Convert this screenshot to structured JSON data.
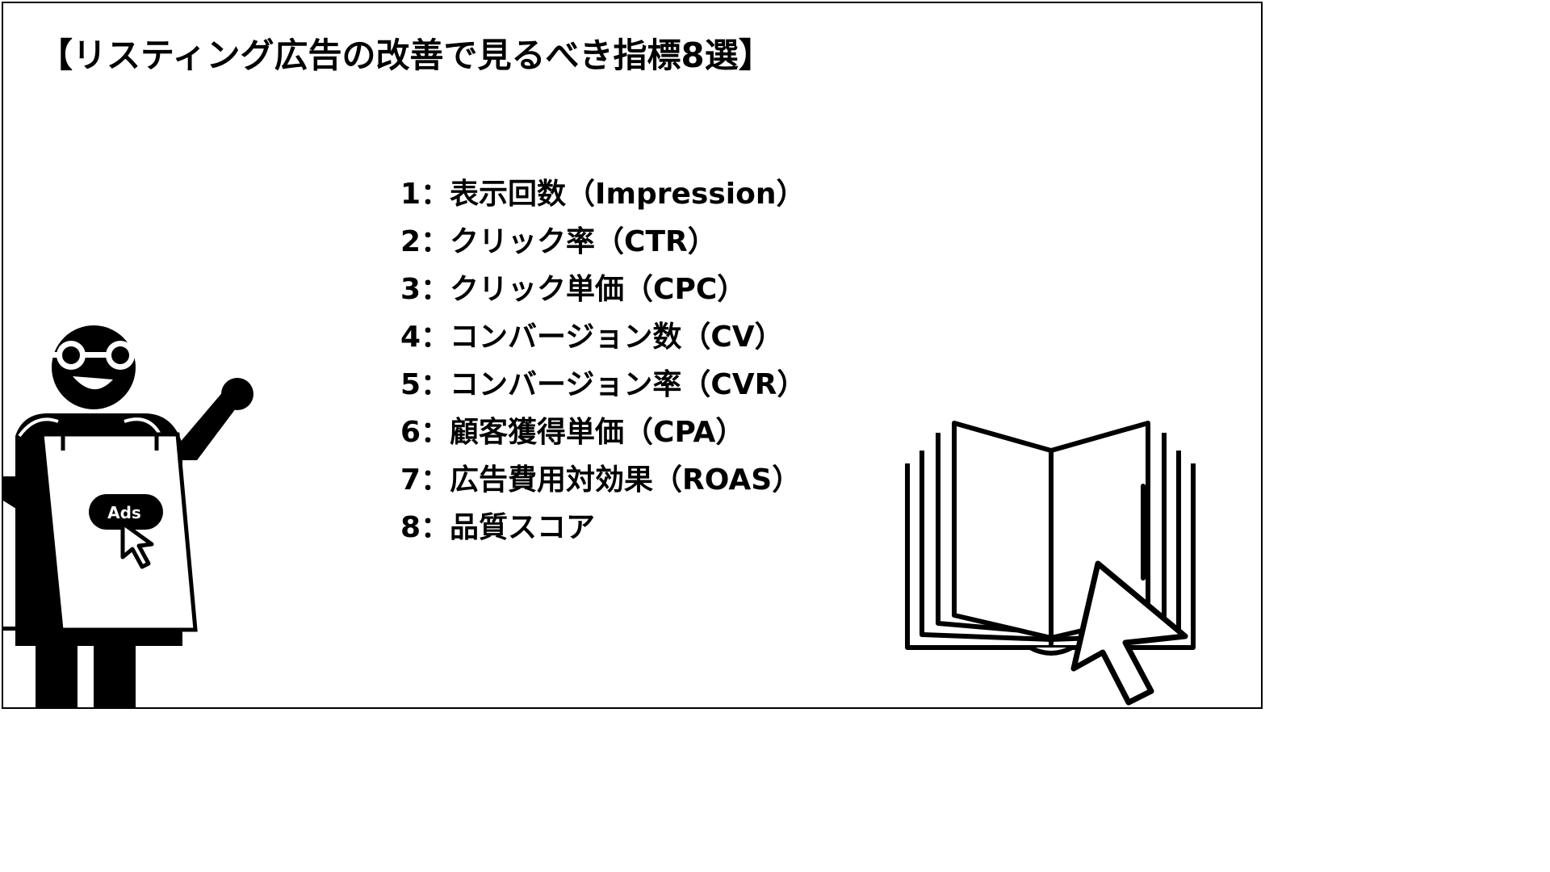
{
  "title": "【リスティング広告の改善で見るべき指標8選】",
  "items": [
    {
      "label": "1：表示回数（Impression）"
    },
    {
      "label": "2：クリック率（CTR）"
    },
    {
      "label": "3：クリック単価（CPC）"
    },
    {
      "label": "4：コンバージョン数（CV）"
    },
    {
      "label": "5：コンバージョン率（CVR）"
    },
    {
      "label": "6：顧客獲得単価（CPA）"
    },
    {
      "label": "7：広告費用対効果（ROAS）"
    },
    {
      "label": "8：品質スコア"
    }
  ],
  "illustration": {
    "ads_badge": "Ads",
    "person_icon": "presenter-with-glasses-icon",
    "book_icon": "open-book-icon",
    "cursor_icon": "mouse-pointer-icon"
  },
  "colors": {
    "background": "#ffffff",
    "ink": "#000000"
  }
}
